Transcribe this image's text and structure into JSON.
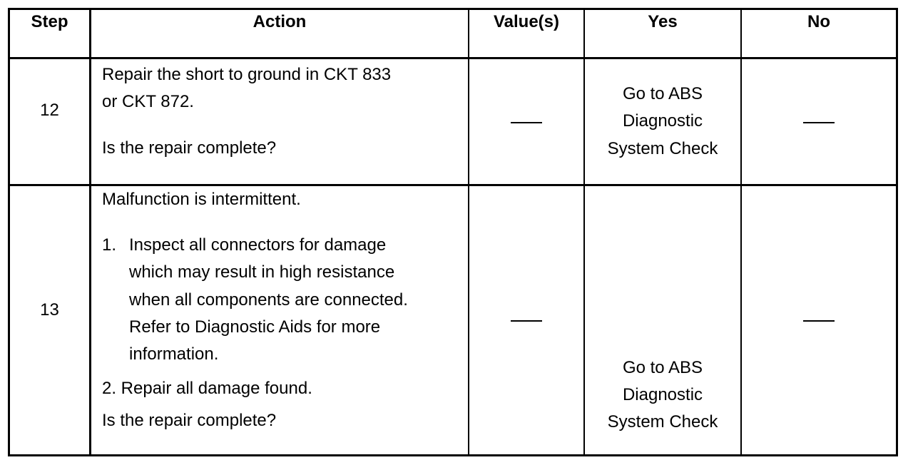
{
  "headers": {
    "step": "Step",
    "action": "Action",
    "values": "Value(s)",
    "yes": "Yes",
    "no": "No"
  },
  "rows": [
    {
      "step": "12",
      "action_lines": [
        "Repair the short to  ground in CKT 833",
        "or CKT 872."
      ],
      "question": "Is the repair complete?",
      "values": "—",
      "yes_lines": [
        "Go to ABS",
        "Diagnostic",
        "System Check"
      ],
      "no": "—"
    },
    {
      "step": "13",
      "intro": "Malfunction is intermittent.",
      "list_item_1_number": "1.",
      "list_item_1_lines": [
        "Inspect all connectors for damage",
        "which may result in high resistance",
        "when all components are connected.",
        "Refer to Diagnostic Aids for more",
        "information."
      ],
      "list_item_2": "2. Repair all damage found.",
      "question": "Is the repair complete?",
      "values": "—",
      "yes_lines": [
        "Go to ABS",
        "Diagnostic",
        "System Check"
      ],
      "no": "—"
    }
  ]
}
